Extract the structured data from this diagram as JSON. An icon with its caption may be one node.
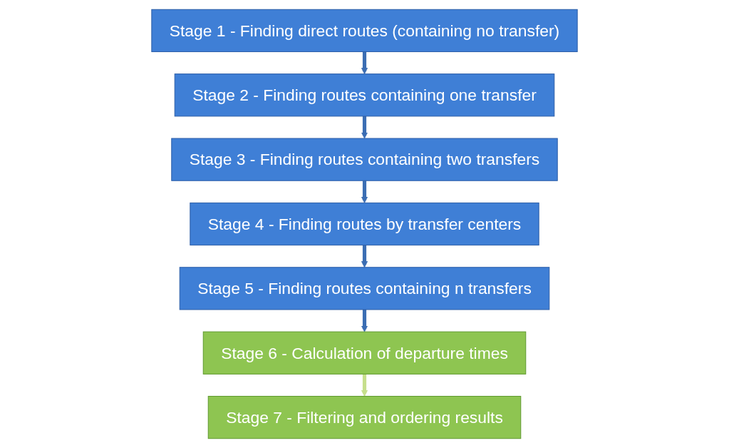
{
  "diagram": {
    "nodes": [
      {
        "text": [
          "Stage 1 - Finding direct routes (containing no transfer)"
        ]
      },
      {
        "text": [
          "Stage 2 - Finding routes containing one transfer"
        ]
      },
      {
        "text": [
          "Stage 3 - Finding routes containing two transfers"
        ]
      },
      {
        "text": [
          "Stage 4 - Finding routes by transfer centers"
        ]
      },
      {
        "text": [
          "Stage 5 - Finding routes containing n transfers"
        ]
      },
      {
        "text": [
          "Stage 6 - Calculation of departure times"
        ]
      },
      {
        "text": [
          "Stage 7 - Filtering and ordering results"
        ]
      }
    ],
    "edges": [
      {
        "from": 0,
        "to": 1,
        "arrow": "to"
      },
      {
        "from": 1,
        "to": 2,
        "arrow": "to"
      },
      {
        "from": 2,
        "to": 3,
        "arrow": "to"
      },
      {
        "from": 3,
        "to": 4,
        "arrow": "to"
      },
      {
        "from": 4,
        "to": 5,
        "arrow": "to"
      },
      {
        "from": 5,
        "to": 6,
        "arrow": "to",
        "color": "#c6df8c"
      }
    ]
  }
}
